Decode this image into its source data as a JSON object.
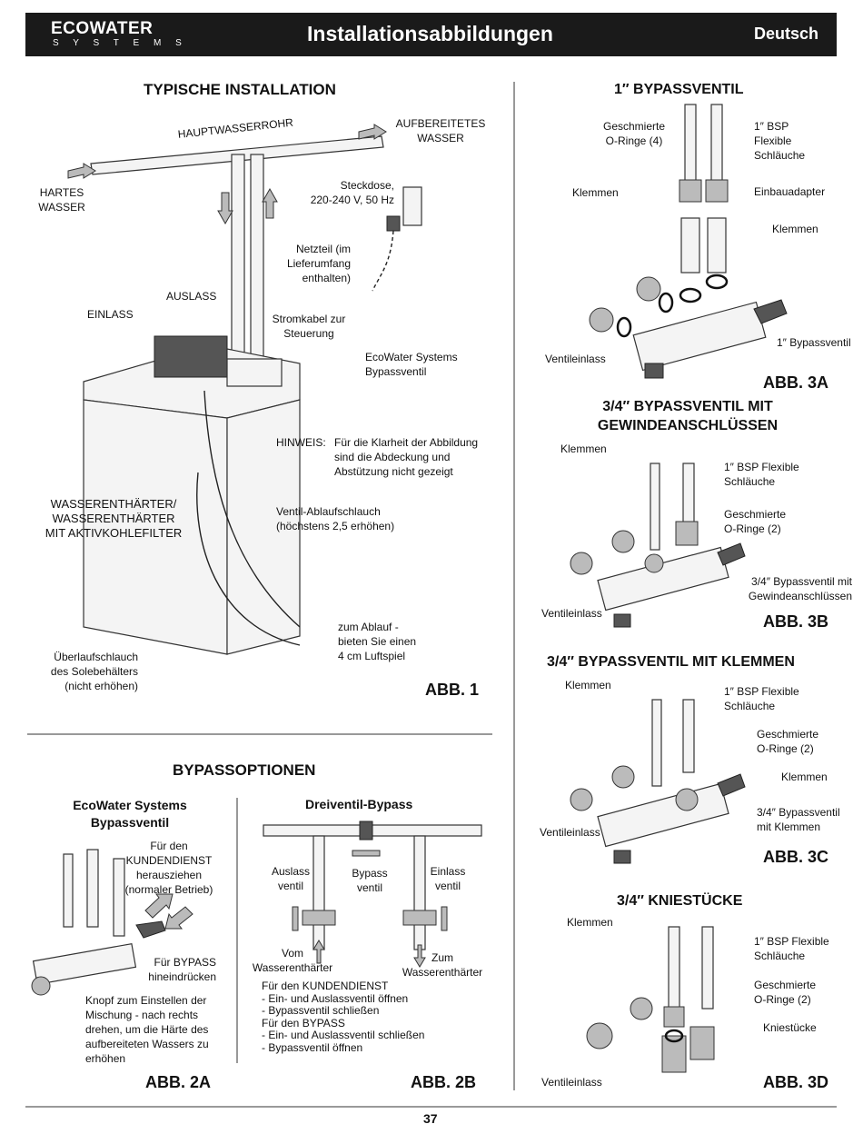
{
  "header": {
    "logo_main": "ECOWATER",
    "logo_sub": "S Y S T E M S",
    "title": "Installationsabbildungen",
    "language": "Deutsch"
  },
  "fig1": {
    "heading": "TYPISCHE INSTALLATION",
    "main_pipe": "HAUPTWASSERROHR",
    "treated": [
      "AUFBEREITETES",
      "WASSER"
    ],
    "hard": [
      "HARTES",
      "WASSER"
    ],
    "outlet": [
      "Steckdose,",
      "220-240 V, 50 Hz"
    ],
    "adapter": [
      "Netzteil (im",
      "Lieferumfang",
      "enthalten)"
    ],
    "cable": [
      "Stromkabel zur",
      "Steuerung"
    ],
    "auslass": "AUSLASS",
    "einlass": "EINLASS",
    "bypass": [
      "EcoWater Systems",
      "Bypassventil"
    ],
    "note_label": "HINWEIS:",
    "note": [
      "Für die Klarheit der Abbildung",
      "sind die Abdeckung und",
      "Abstützung nicht gezeigt"
    ],
    "softener": [
      "WASSERENTHÄRTER/",
      "WASSERENTHÄRTER",
      "MIT AKTIVKOHLEFILTER"
    ],
    "drain_hose": [
      "Ventil-Ablaufschlauch",
      "(höchstens 2,5 erhöhen)"
    ],
    "drain": [
      "zum Ablauf -",
      "bieten Sie einen",
      "4 cm Luftspiel"
    ],
    "overflow": [
      "Überlaufschlauch",
      "des Solebehälters",
      "(nicht erhöhen)"
    ],
    "label": "ABB. 1"
  },
  "options": {
    "heading": "BYPASSOPTIONEN"
  },
  "fig2a": {
    "heading": [
      "EcoWater Systems",
      "Bypassventil"
    ],
    "service": [
      "Für den",
      "KUNDENDIENST",
      "herausziehen",
      "(normaler Betrieb)"
    ],
    "bypass": [
      "Für BYPASS",
      "hineindrücken"
    ],
    "knob": [
      "Knopf zum Einstellen der",
      "Mischung - nach rechts",
      "drehen, um die Härte des",
      "aufbereiteten Wassers zu",
      "erhöhen"
    ],
    "label": "ABB. 2A"
  },
  "fig2b": {
    "heading": "Dreiventil-Bypass",
    "outlet": [
      "Auslass",
      "ventil"
    ],
    "bypass": [
      "Bypass",
      "ventil"
    ],
    "inlet": [
      "Einlass",
      "ventil"
    ],
    "from": [
      "Vom",
      "Wasserenthärter"
    ],
    "to": [
      "Zum",
      "Wasserenthärter"
    ],
    "instructions": [
      "Für den KUNDENDIENST",
      "- Ein- und Auslassventil öffnen",
      "- Bypassventil schließen",
      "Für den BYPASS",
      "- Ein- und Auslassventil schließen",
      "- Bypassventil öffnen"
    ],
    "label": "ABB. 2B"
  },
  "fig3a": {
    "heading": "1″ BYPASSVENTIL",
    "orings": [
      "Geschmierte",
      "O-Ringe (4)"
    ],
    "hoses": [
      "1″ BSP",
      "Flexible",
      "Schläuche"
    ],
    "clamps_l": "Klemmen",
    "adapter": "Einbauadapter",
    "clamps_r": "Klemmen",
    "inlet": "Ventileinlass",
    "valve": "1″ Bypassventil",
    "label": "ABB. 3A"
  },
  "fig3b": {
    "heading": [
      "3/4″ BYPASSVENTIL MIT",
      "GEWINDEANSCHLÜSSEN"
    ],
    "clamps": "Klemmen",
    "hoses": [
      "1″ BSP Flexible",
      "Schläuche"
    ],
    "orings": [
      "Geschmierte",
      "O-Ringe (2)"
    ],
    "valve": [
      "3/4″ Bypassventil mit",
      "Gewindeanschlüssen"
    ],
    "inlet": "Ventileinlass",
    "label": "ABB. 3B"
  },
  "fig3c": {
    "heading": "3/4″ BYPASSVENTIL MIT KLEMMEN",
    "clamps": "Klemmen",
    "hoses": [
      "1″ BSP Flexible",
      "Schläuche"
    ],
    "orings": [
      "Geschmierte",
      "O-Ringe (2)"
    ],
    "clamps_r": "Klemmen",
    "valve": [
      "3/4″ Bypassventil",
      "mit Klemmen"
    ],
    "inlet": "Ventileinlass",
    "label": "ABB. 3C"
  },
  "fig3d": {
    "heading": "3/4″ KNIESTÜCKE",
    "clamps": "Klemmen",
    "hoses": [
      "1″ BSP Flexible",
      "Schläuche"
    ],
    "orings": [
      "Geschmierte",
      "O-Ringe (2)"
    ],
    "elbows": "Kniestücke",
    "inlet": "Ventileinlass",
    "label": "ABB. 3D"
  },
  "footer": {
    "page": "37"
  }
}
